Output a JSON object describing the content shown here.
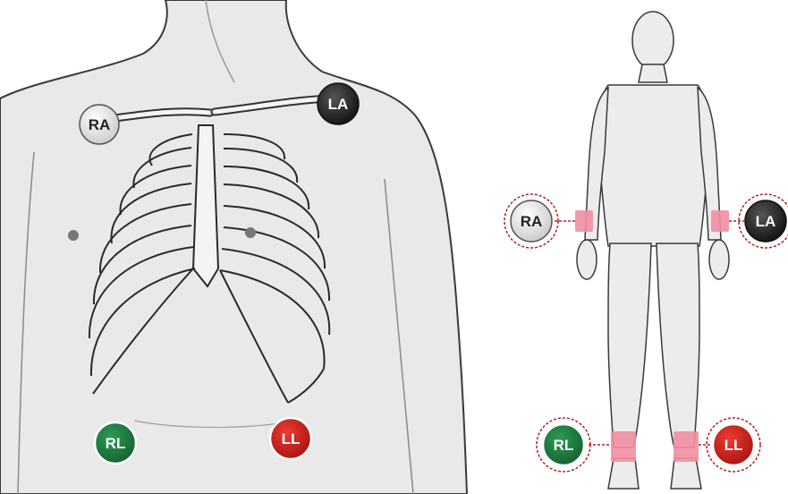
{
  "colors": {
    "ra": "#e6e6e6",
    "la": "#222222",
    "rl": "#1d7a3c",
    "ll": "#cc1f1a",
    "band": "#f28ea3",
    "dashed_ring": "#b02020",
    "body_fill": "#ececec",
    "body_outline": "#3a3a3a"
  },
  "torso_view": {
    "electrodes": {
      "ra": {
        "label": "RA"
      },
      "la": {
        "label": "LA"
      },
      "rl": {
        "label": "RL"
      },
      "ll": {
        "label": "LL"
      }
    }
  },
  "limb_view": {
    "electrodes": {
      "ra": {
        "label": "RA"
      },
      "la": {
        "label": "LA"
      },
      "rl": {
        "label": "RL"
      },
      "ll": {
        "label": "LL"
      }
    }
  }
}
